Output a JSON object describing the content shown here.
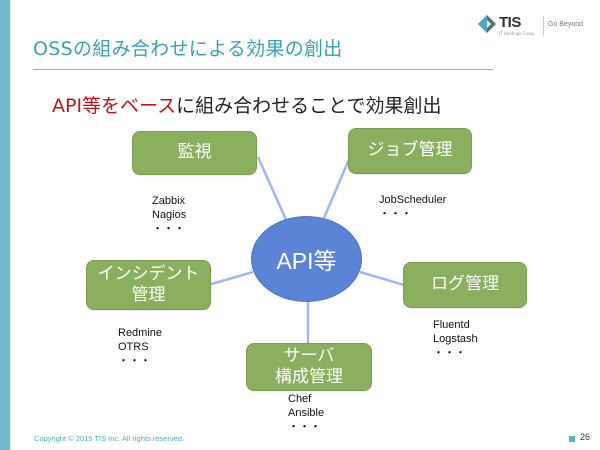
{
  "slide": {
    "title": "OSSの組み合わせによる効果の創出",
    "subtitle": {
      "accent": "API等をベース",
      "rest": "に組み合わせることで効果創出"
    },
    "logo": {
      "brand": "TIS",
      "sub": "IT Holdings Group",
      "tagline": "Go Beyond"
    },
    "hub": {
      "label": "API等"
    },
    "nodes": [
      {
        "id": "monitoring",
        "lines": [
          "監視"
        ],
        "tools": [
          "Zabbix",
          "Nagios",
          "・・・"
        ]
      },
      {
        "id": "job-management",
        "lines": [
          "ジョブ管理"
        ],
        "tools": [
          "JobScheduler",
          "・・・"
        ]
      },
      {
        "id": "incident-management",
        "lines": [
          "インシデント",
          "管理"
        ],
        "tools": [
          "Redmine",
          "OTRS",
          "・・・"
        ]
      },
      {
        "id": "log-management",
        "lines": [
          "ログ管理"
        ],
        "tools": [
          "Fluentd",
          "Logstash",
          "・・・"
        ]
      },
      {
        "id": "server-config-management",
        "lines": [
          "サーバ",
          "構成管理"
        ],
        "tools": [
          "Chef",
          "Ansible",
          "・・・"
        ]
      }
    ],
    "footer": {
      "copyright": "Copyright © 2015 TIS Inc. All rights reserved.",
      "page_number": "26"
    },
    "colors": {
      "accent_red": "#c0141c",
      "title_teal": "#3aa0b8",
      "node_green": "#8aaf5e",
      "hub_blue": "#5b84d6",
      "connector_blue": "#9fb8ee",
      "left_bar": "#74b9cc"
    }
  }
}
